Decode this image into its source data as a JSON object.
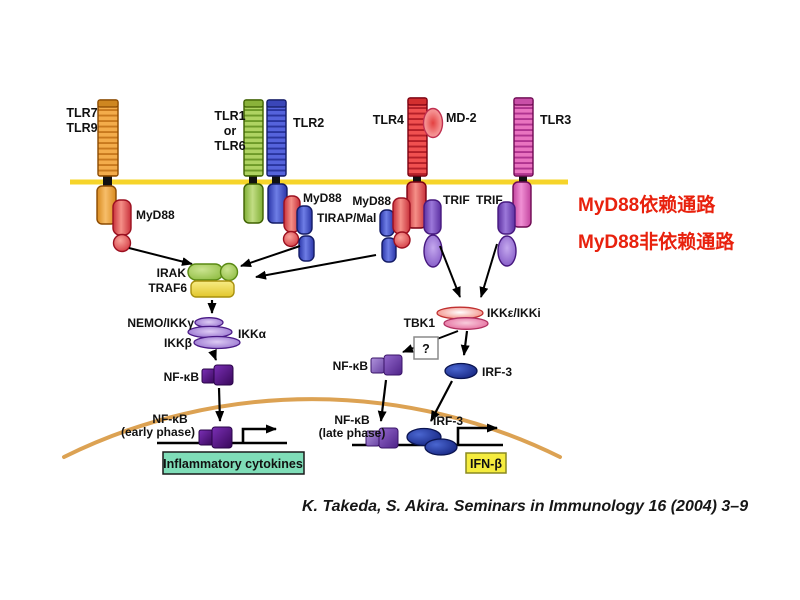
{
  "annotations": {
    "pathway_dependent": "MyD88依赖通路",
    "pathway_independent": "MyD88非依赖通路",
    "citation": "K. Takeda, S. Akira. Seminars in Immunology 16 (2004) 3–9"
  },
  "receptors": {
    "tlr7": "TLR7",
    "tlr9": "TLR9",
    "tlr1": "TLR1",
    "or": "or",
    "tlr6": "TLR6",
    "tlr2": "TLR2",
    "tlr4": "TLR4",
    "md2": "MD-2",
    "tlr3": "TLR3"
  },
  "adapters": {
    "myd88_tlr7": "MyD88",
    "myd88_tlr2": "MyD88",
    "tirap_mal": "TIRAP/Mal",
    "myd88_tlr4": "MyD88",
    "trif_tlr4": "TRIF",
    "trif_tlr3": "TRIF"
  },
  "cascade": {
    "irak": "IRAK",
    "traf6": "TRAF6",
    "nemo_ikkg": "NEMO/IKKγ",
    "ikkb": "IKKβ",
    "ikka": "IKKα",
    "nfkb": "NF-κB",
    "tbk1": "TBK1",
    "ikke_ikki": "IKKε/IKKi",
    "question": "?",
    "nfkb_right": "NF-κB",
    "irf3": "IRF-3"
  },
  "nucleus": {
    "nfkb_early_line1": "NF-κB",
    "nfkb_early_line2": "(early phase)",
    "nfkb_late_line1": "NF-κB",
    "nfkb_late_line2": "(late phase)",
    "irf3": "IRF-3",
    "inflammatory_cytokines": "Inflammatory cytokines",
    "ifn_beta": "IFN-β"
  },
  "colors": {
    "membrane": "#F6D42A",
    "nucleus_envelope": "#DCA253",
    "annotation_red": "#E8210D",
    "inflammatory_box": "#7FDDB8",
    "ifn_box": "#F5EC3E"
  }
}
